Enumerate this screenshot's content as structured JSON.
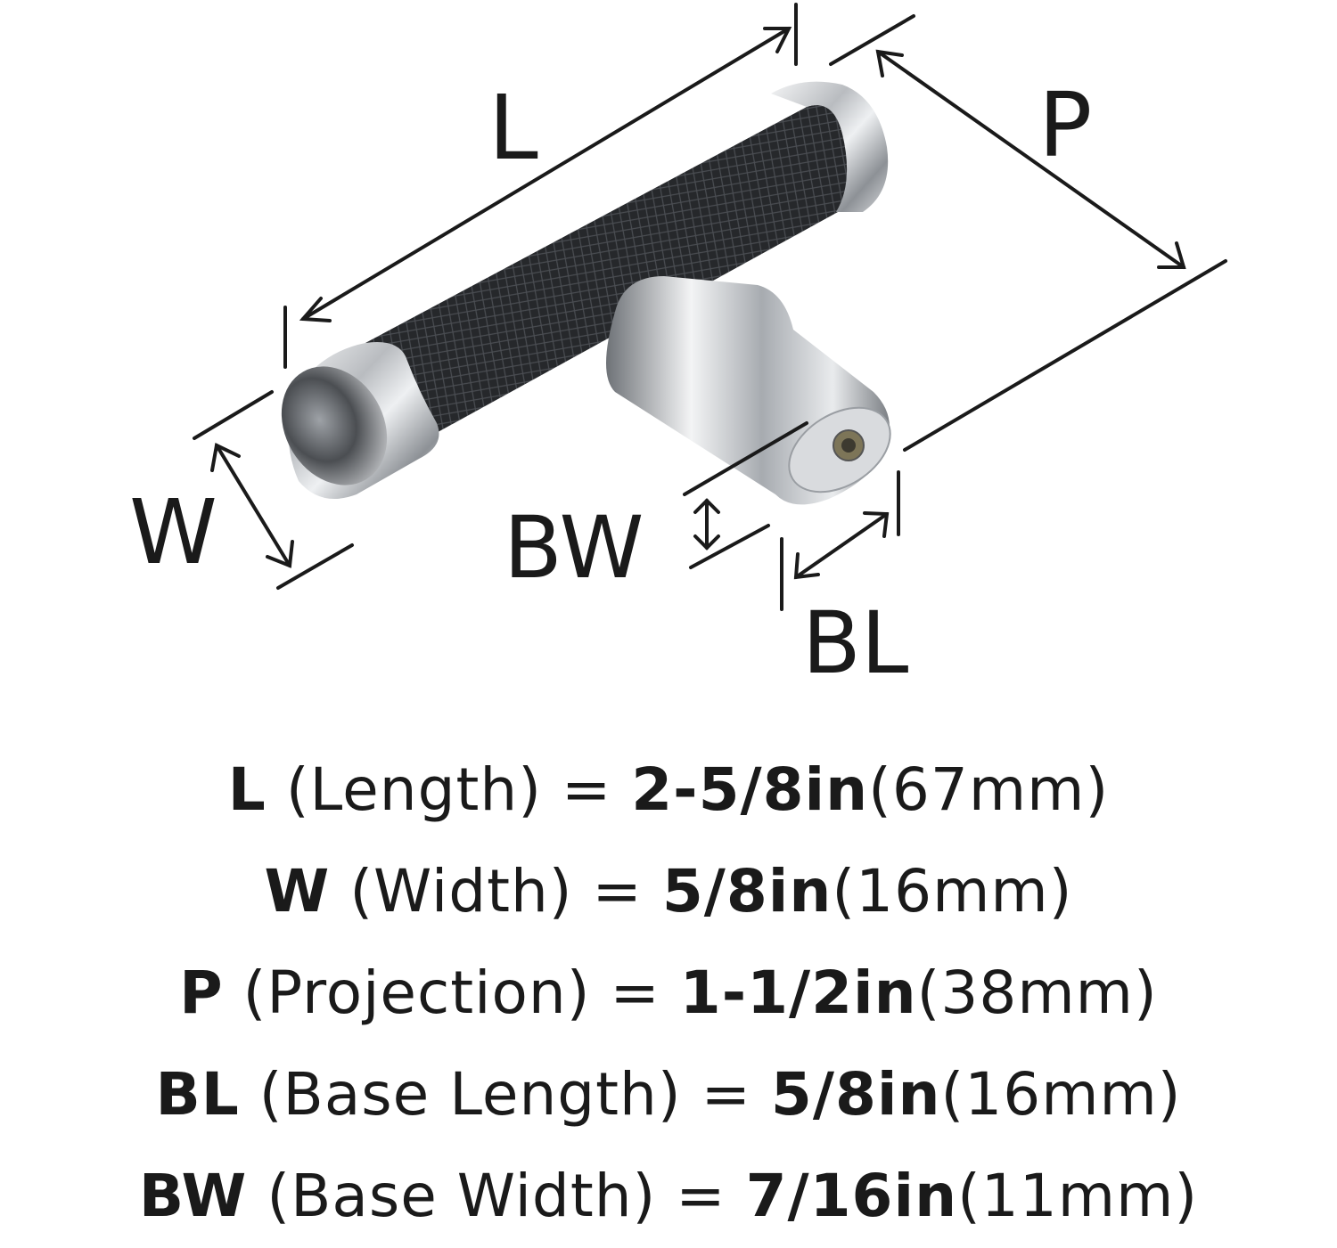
{
  "diagram": {
    "labels": {
      "L": "L",
      "P": "P",
      "W": "W",
      "BW": "BW",
      "BL": "BL"
    },
    "colors": {
      "ink": "#1a1a1a",
      "grip": "#26282b",
      "chrome": "#c9cbce"
    }
  },
  "specs": [
    {
      "code": "L",
      "name": "(Length)",
      "eq": "=",
      "imperial": "2-5/8in",
      "metric": "(67mm)"
    },
    {
      "code": "W",
      "name": "(Width)",
      "eq": "=",
      "imperial": "5/8in",
      "metric": "(16mm)"
    },
    {
      "code": "P",
      "name": "(Projection)",
      "eq": "=",
      "imperial": "1-1/2in",
      "metric": "(38mm)"
    },
    {
      "code": "BL",
      "name": "(Base Length)",
      "eq": "=",
      "imperial": "5/8in",
      "metric": "(16mm)"
    },
    {
      "code": "BW",
      "name": "(Base Width)",
      "eq": "=",
      "imperial": "7/16in",
      "metric": "(11mm)"
    }
  ]
}
